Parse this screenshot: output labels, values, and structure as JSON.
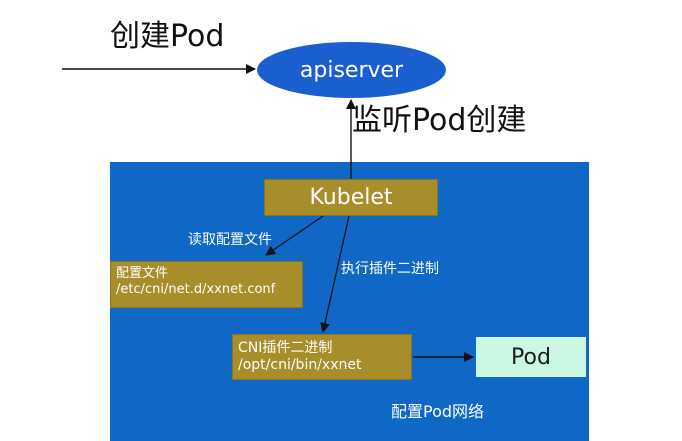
{
  "labels": {
    "create_pod": "创建Pod",
    "watch_pod_create": "监听Pod创建",
    "read_config": "读取配置文件",
    "exec_plugin": "执行插件二进制",
    "config_pod_network": "配置Pod网络"
  },
  "nodes": {
    "apiserver": "apiserver",
    "kubelet": "Kubelet",
    "config_file": {
      "title": "配置文件",
      "path": "/etc/cni/net.d/xxnet.conf"
    },
    "cni_plugin": {
      "title": "CNI插件二进制",
      "path": "/opt/cni/bin/xxnet"
    },
    "pod": "Pod"
  },
  "colors": {
    "node_panel": "#0f68c6",
    "apiserver": "#1a5fd0",
    "olive_box": "#a88d2b",
    "pod_box": "#c9f7e2"
  }
}
